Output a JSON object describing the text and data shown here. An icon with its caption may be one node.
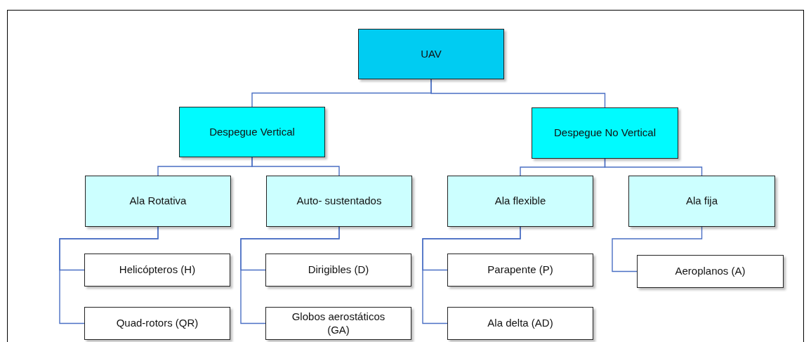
{
  "diagram": {
    "nodes": [
      {
        "text": [
          "UAV"
        ]
      },
      {
        "text": [
          "Despegue Vertical"
        ]
      },
      {
        "text": [
          "Despegue No Vertical"
        ]
      },
      {
        "text": [
          "Ala Rotativa"
        ]
      },
      {
        "text": [
          "Auto- sustentados"
        ]
      },
      {
        "text": [
          "Ala flexible"
        ]
      },
      {
        "text": [
          "Ala fija"
        ]
      },
      {
        "text": [
          "Helicópteros (H)"
        ]
      },
      {
        "text": [
          "Quad-rotors (QR)"
        ]
      },
      {
        "text": [
          "Dirigibles (D)"
        ]
      },
      {
        "text": [
          "Globos aerostáticos (GA)"
        ]
      },
      {
        "text": [
          "Parapente (P)"
        ]
      },
      {
        "text": [
          "Ala delta (AD)"
        ]
      },
      {
        "text": [
          "Aeroplanos (A)"
        ]
      }
    ],
    "edges": [
      {
        "from": 0,
        "to": 1,
        "arrow": "none"
      },
      {
        "from": 0,
        "to": 2,
        "arrow": "none"
      },
      {
        "from": 1,
        "to": 3,
        "arrow": "none"
      },
      {
        "from": 1,
        "to": 4,
        "arrow": "none"
      },
      {
        "from": 2,
        "to": 5,
        "arrow": "none"
      },
      {
        "from": 2,
        "to": 6,
        "arrow": "none"
      },
      {
        "from": 3,
        "to": 7,
        "arrow": "none"
      },
      {
        "from": 3,
        "to": 8,
        "arrow": "none"
      },
      {
        "from": 4,
        "to": 9,
        "arrow": "none"
      },
      {
        "from": 4,
        "to": 10,
        "arrow": "none"
      },
      {
        "from": 5,
        "to": 11,
        "arrow": "none"
      },
      {
        "from": 5,
        "to": 12,
        "arrow": "none"
      },
      {
        "from": 6,
        "to": 13,
        "arrow": "none"
      }
    ]
  }
}
